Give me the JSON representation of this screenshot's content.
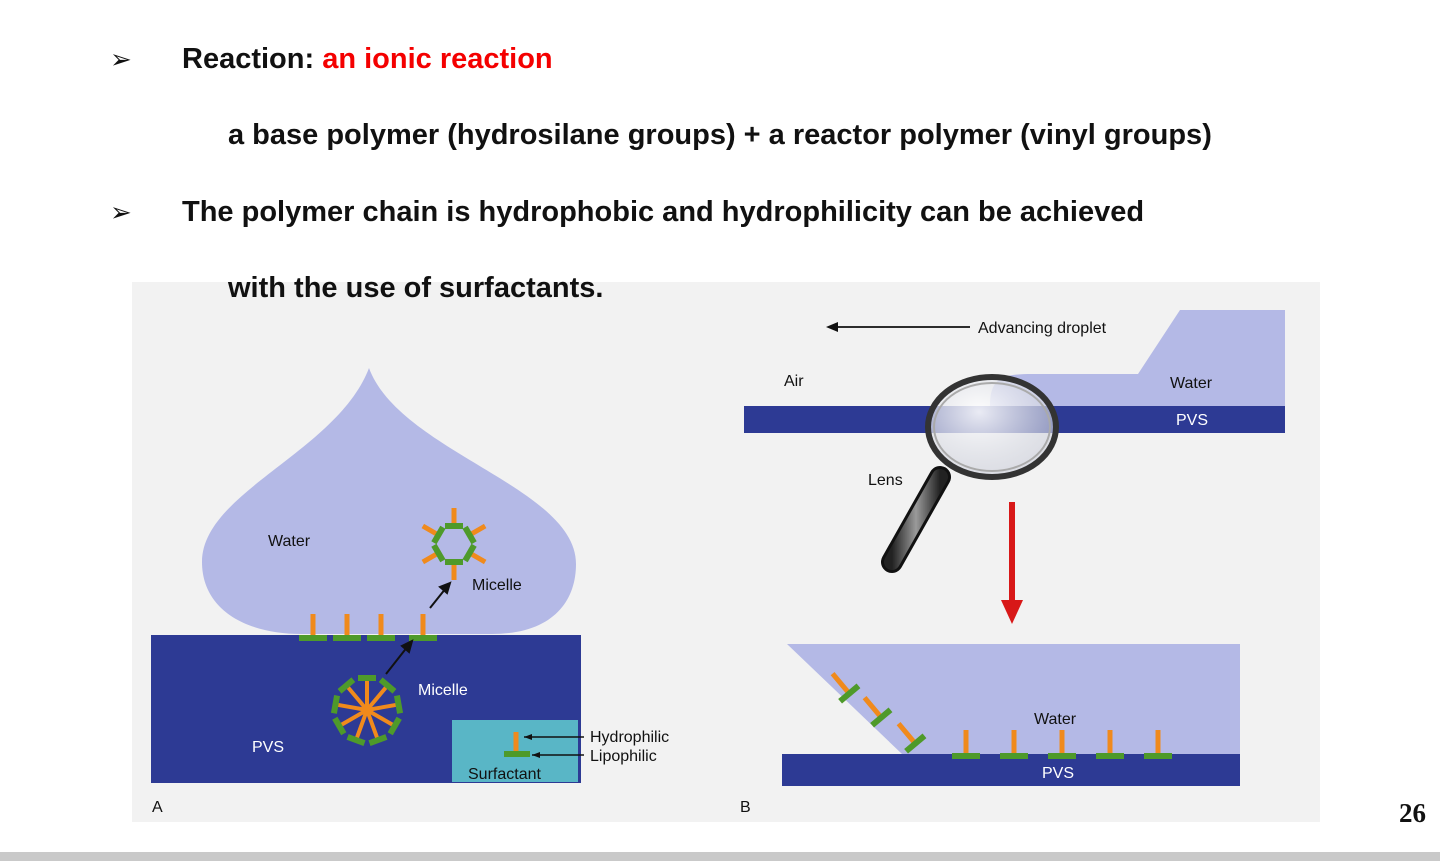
{
  "bullets": [
    {
      "label": "Reaction:",
      "highlight": "an ionic reaction",
      "sub": "a base polymer (hydrosilane groups) + a reactor polymer (vinyl groups)"
    },
    {
      "text": "The polymer chain is hydrophobic and hydrophilicity can be achieved",
      "continuation": "with the use of surfactants."
    }
  ],
  "bullet_symbol": "➢",
  "highlight_color": "#f40000",
  "figure": {
    "panel_a": {
      "letter": "A",
      "water": "Water",
      "micelle_top": "Micelle",
      "micelle_inner": "Micelle",
      "pvs": "PVS",
      "legend": {
        "hydrophilic": "Hydrophilic",
        "lipophilic": "Lipophilic",
        "surfactant": "Surfactant"
      }
    },
    "panel_b": {
      "letter": "B",
      "advancing": "Advancing droplet",
      "air": "Air",
      "water_top": "Water",
      "pvs_top": "PVS",
      "lens": "Lens",
      "water_bottom": "Water",
      "pvs_bottom": "PVS"
    },
    "colors": {
      "pvs": "#2d3a94",
      "water": "#b4b9e6",
      "hydrophilic": "#f08a1c",
      "lipophilic": "#4e9a2a",
      "surfactant_box": "#59b6c6",
      "arrow_red": "#d81818"
    }
  },
  "page_number": "26"
}
